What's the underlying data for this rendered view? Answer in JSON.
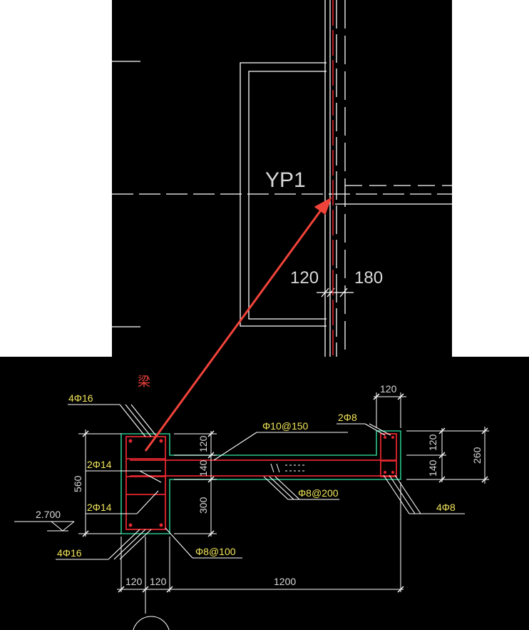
{
  "colors": {
    "background": "#000000",
    "page": "#ffffff",
    "outline": "#ffffff",
    "dim_text": "#d9d9d9",
    "rebar": "#e3262f",
    "concrete_edge": "#2bc38a",
    "label_text": "#f2e65a",
    "callout_arrow": "#f0433a"
  },
  "plan": {
    "component_label": "YP1",
    "dim_left": "120",
    "dim_right": "180"
  },
  "callout": {
    "label": "梁"
  },
  "section": {
    "rebar_labels": {
      "top_corner": "4Φ16",
      "mid_upper": "2Φ14",
      "mid_lower": "2Φ14",
      "bottom_corner": "4Φ16",
      "slab_top": "Φ10@150",
      "slab_bottom": "Φ8@200",
      "stirrup": "Φ8@100",
      "end_top": "2Φ8",
      "end_corner": "4Φ8"
    },
    "level": "2.700",
    "dims": {
      "height_total": "560",
      "h_top": "120",
      "h_mid": "140",
      "h_bottom": "300",
      "end_width": "120",
      "end_h_top": "120",
      "end_h_bottom": "140",
      "end_total": "260",
      "bottom_w1": "120",
      "bottom_w2": "120",
      "span": "1200"
    }
  }
}
